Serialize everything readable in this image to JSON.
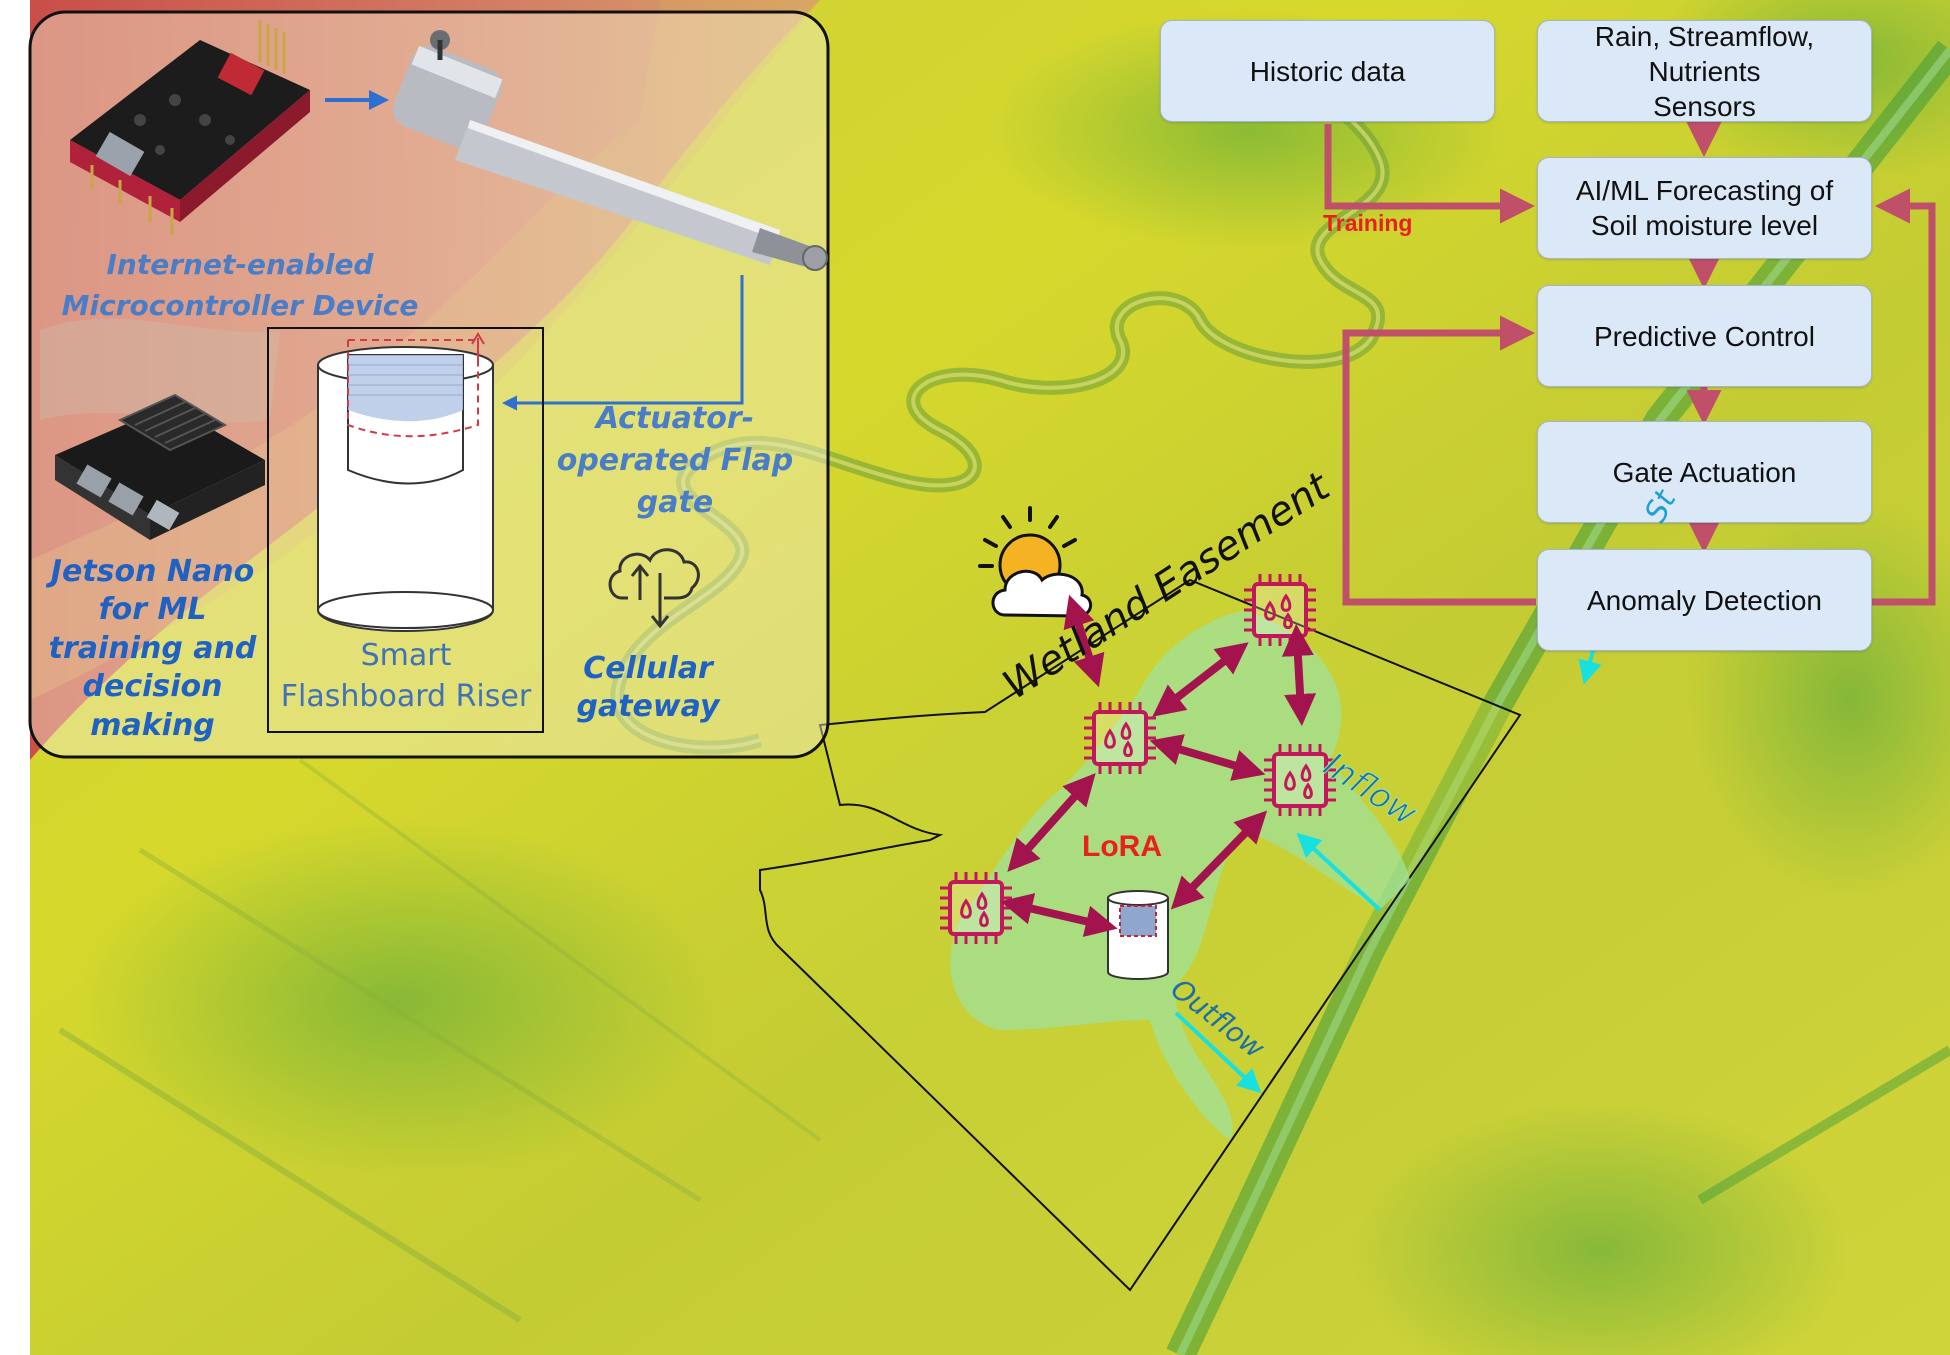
{
  "flowchart": {
    "historic_data": "Historic data",
    "sensors": "Rain, Streamflow,\nNutrients\nSensors",
    "forecasting": "AI/ML Forecasting of\nSoil moisture level",
    "predictive_control": "Predictive Control",
    "gate_actuation": "Gate Actuation",
    "anomaly_detection": "Anomaly Detection",
    "training_label": "Training"
  },
  "inset": {
    "microcontroller_label": "Internet-enabled\nMicrocontroller Device",
    "jetson_label": "Jetson Nano\nfor ML\ntraining and\ndecision\nmaking",
    "riser_label": "Smart\nFlashboard Riser",
    "actuator_label": "Actuator-\noperated Flap\ngate",
    "gateway_label": "Cellular\ngateway"
  },
  "map": {
    "wetland_label": "Wetland Easement",
    "lora_label": "LoRA",
    "inflow_label": "Inflow",
    "outflow_label": "Outflow",
    "stream_label": "St"
  },
  "colors": {
    "arrow_maroon": "#a3144f",
    "flow_arrow": "#c0506a",
    "cyan_arrow": "#18e0e0",
    "box_fill": "#dbe8f7"
  }
}
